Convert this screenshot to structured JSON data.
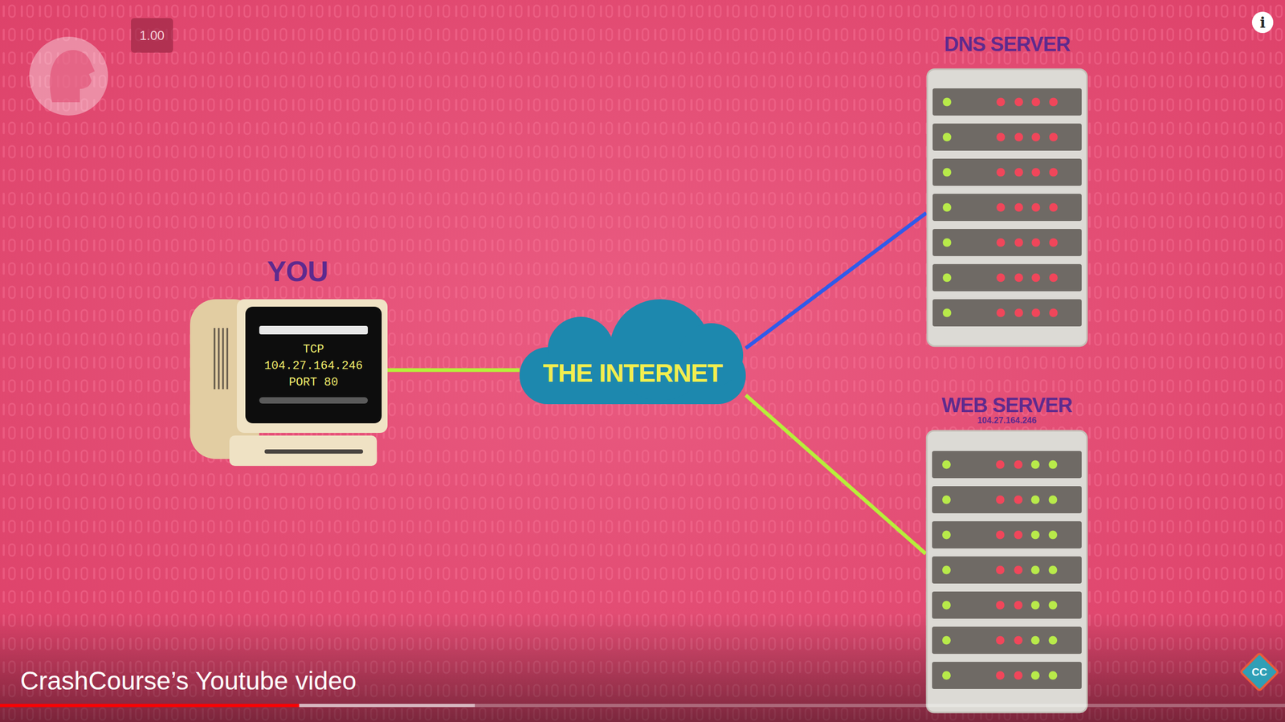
{
  "diagram": {
    "caption": "CrashCourse’s Youtube video",
    "nodes": [
      {
        "text": [
          "YOU",
          "TCP 104.27.164.246 PORT 80"
        ]
      },
      {
        "text": [
          "THE INTERNET"
        ]
      },
      {
        "text": [
          "DNS SERVER"
        ]
      },
      {
        "text": [
          "WEB SERVER",
          "104.27.164.246"
        ]
      }
    ],
    "edges": [
      {
        "from": 0,
        "to": 1,
        "arrow": "none"
      },
      {
        "from": 1,
        "to": 2,
        "arrow": "none"
      },
      {
        "from": 1,
        "to": 3,
        "arrow": "none"
      }
    ],
    "labels": [
      "1.00",
      "i",
      "CC"
    ]
  }
}
